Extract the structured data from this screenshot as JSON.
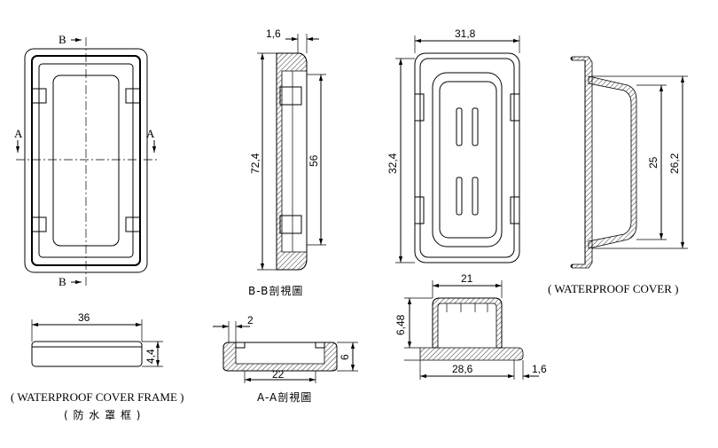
{
  "dimensions": {
    "d_1_6_top": "1,6",
    "d_72_4": "72,4",
    "d_56": "56",
    "d_31_8": "31,8",
    "d_32_4": "32,4",
    "d_25": "25",
    "d_26_2": "26,2",
    "d_36": "36",
    "d_4_4": "4,4",
    "d_2": "2",
    "d_22": "22",
    "d_6": "6",
    "d_21": "21",
    "d_6_48": "6,48",
    "d_28_6": "28,6",
    "d_1_6_bottom": "1,6"
  },
  "section_markers": {
    "b_top": "B",
    "b_bottom": "B",
    "a_left": "A",
    "a_right": "A"
  },
  "captions": {
    "section_bb": "B-B剖視圖",
    "section_aa": "A-A剖視圖",
    "cover": "( WATERPROOF  COVER )",
    "frame": "( WATERPROOF COVER FRAME )",
    "frame_cn": "( 防 水 罩 框 )"
  }
}
